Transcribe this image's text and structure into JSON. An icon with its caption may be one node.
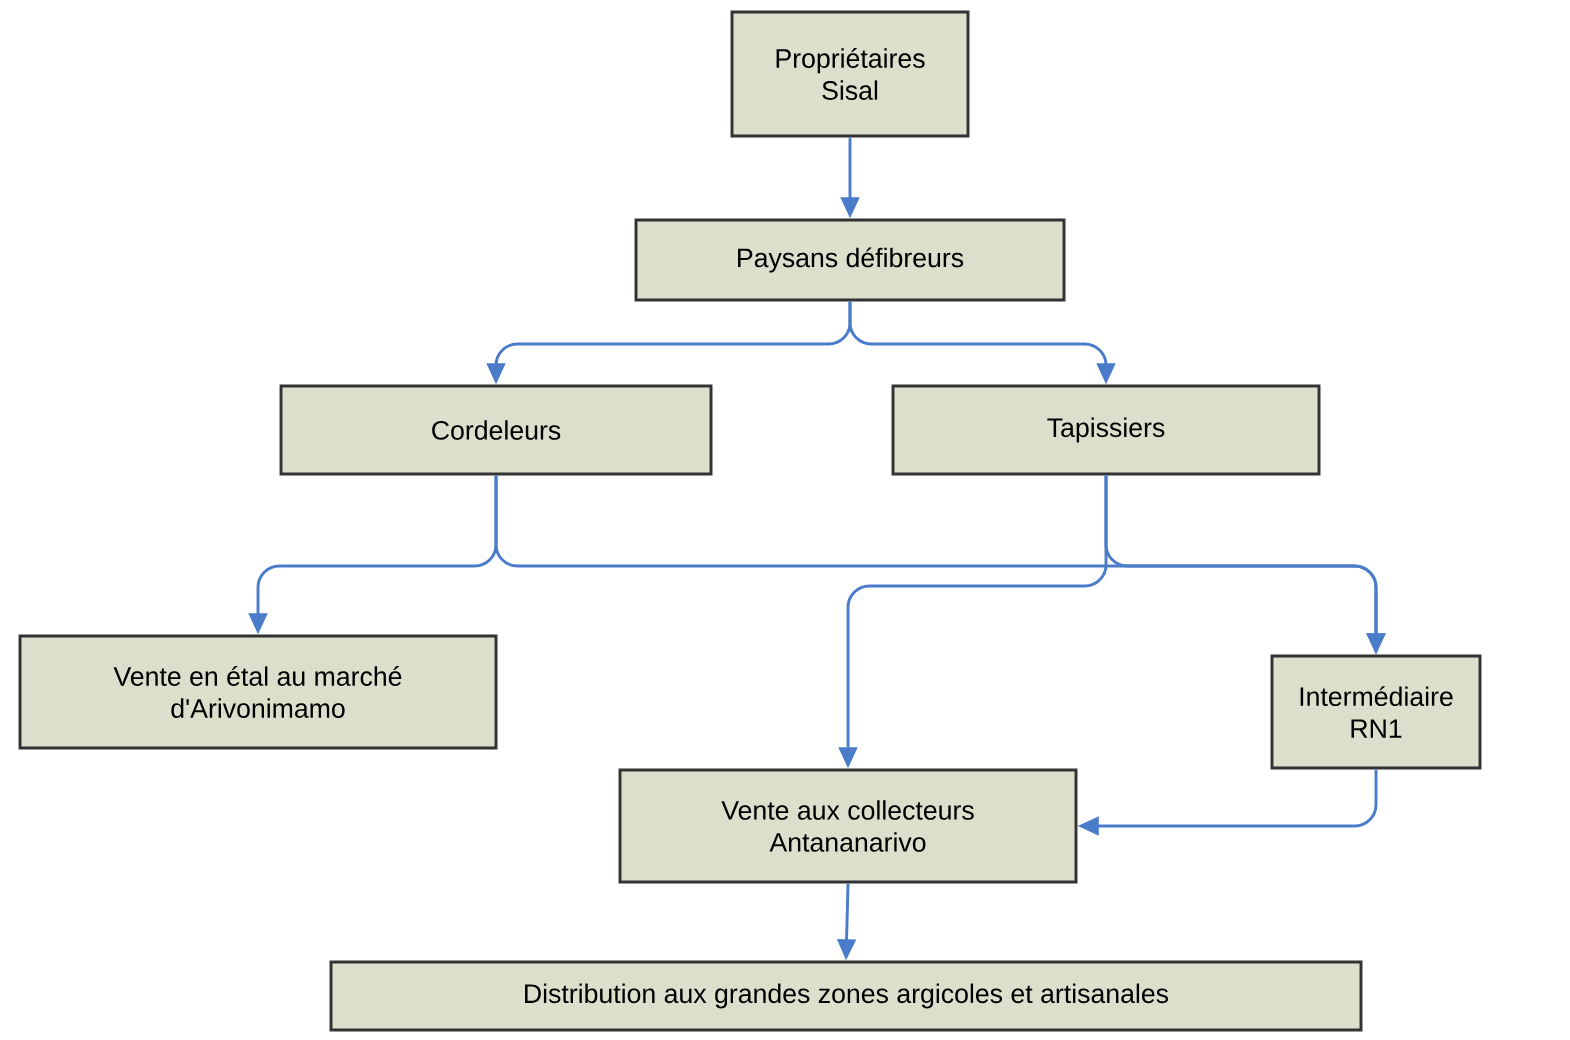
{
  "diagram": {
    "nodes": [
      {
        "text": [
          "Propriétaires Sisal"
        ]
      },
      {
        "text": [
          "Paysans défibreurs"
        ]
      },
      {
        "text": [
          "Cordeleurs"
        ]
      },
      {
        "text": [
          "Tapissiers"
        ]
      },
      {
        "text": [
          "Vente en étal au marché d'Arivonimamo"
        ]
      },
      {
        "text": [
          "Intermédiaire RN1"
        ]
      },
      {
        "text": [
          "Vente aux collecteurs Antananarivo"
        ]
      },
      {
        "text": [
          "Distribution aux grandes zones argicoles et artisanales"
        ]
      }
    ],
    "edges": [
      {
        "from": 0,
        "to": 1,
        "arrow": "to"
      },
      {
        "from": 1,
        "to": 2,
        "arrow": "to"
      },
      {
        "from": 1,
        "to": 3,
        "arrow": "to"
      },
      {
        "from": 2,
        "to": 4,
        "arrow": "to"
      },
      {
        "from": 2,
        "to": 5,
        "arrow": "to"
      },
      {
        "from": 3,
        "to": 5,
        "arrow": "to"
      },
      {
        "from": 3,
        "to": 6,
        "arrow": "to"
      },
      {
        "from": 5,
        "to": 6,
        "arrow": "to"
      },
      {
        "from": 6,
        "to": 7,
        "arrow": "to"
      }
    ]
  }
}
